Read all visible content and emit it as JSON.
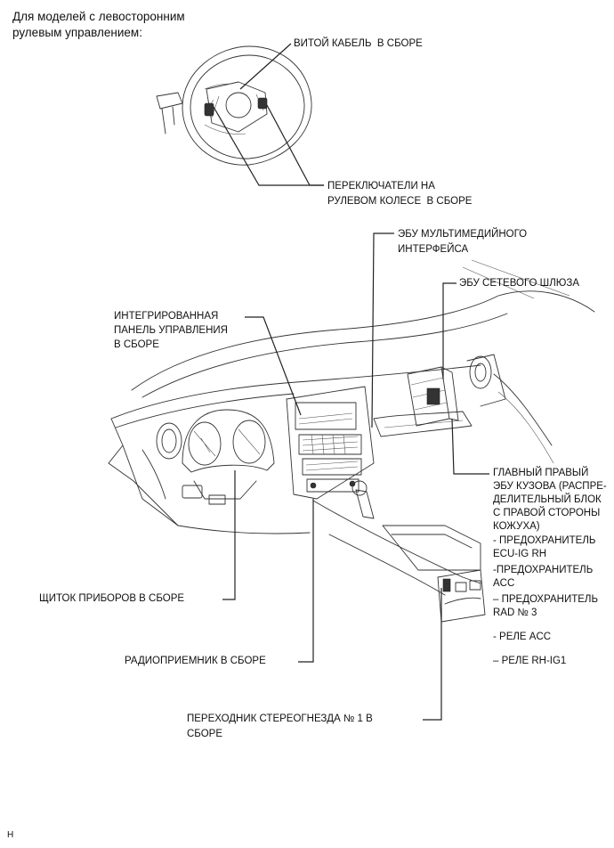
{
  "header_note": [
    "Для моделей с левосторонним",
    "рулевым управлением:"
  ],
  "labels": {
    "spiral_cable": "ВИТОЙ КАБЕЛЬ  В СБОРЕ",
    "steering_switches": [
      "ПЕРЕКЛЮЧАТЕЛИ НА",
      "РУЛЕВОМ КОЛЕСЕ  В СБОРЕ"
    ],
    "multimedia_ecu": [
      "ЭБУ МУЛЬТИМЕДИЙНОГО",
      "ИНТЕРФЕЙСА"
    ],
    "gateway_ecu": "ЭБУ СЕТЕВОГО ШЛЮЗА",
    "integrated_panel": [
      "ИНТЕГРИРОВАННАЯ",
      "ПАНЕЛЬ УПРАВЛЕНИЯ",
      "В СБОРЕ"
    ],
    "main_body_ecu": [
      "ГЛАВНЫЙ ПРАВЫЙ",
      "ЭБУ КУЗОВА (РАСПРЕ-",
      "ДЕЛИТЕЛЬНЫЙ БЛОК",
      "С ПРАВОЙ СТОРОНЫ",
      "КОЖУХА)"
    ],
    "fuse_ecu_ig": [
      "- ПРЕДОХРАНИТЕЛЬ",
      "ECU-IG RH"
    ],
    "fuse_acc": [
      "-ПРЕДОХРАНИТЕЛЬ",
      "ACC"
    ],
    "fuse_rad": [
      "– ПРЕДОХРАНИТЕЛЬ",
      "RAD № 3"
    ],
    "relay_acc": "- РЕЛЕ ACC",
    "relay_rh_ig1": "– РЕЛЕ RH-IG1",
    "instrument_cluster": "ЩИТОК ПРИБОРОВ В СБОРЕ",
    "radio_receiver": "РАДИОПРИЕМНИК В СБОРЕ",
    "stereo_jack_adapter": [
      "ПЕРЕХОДНИК СТЕРЕОГНЕЗДА № 1 В",
      "СБОРЕ"
    ]
  },
  "footer_code": "H"
}
